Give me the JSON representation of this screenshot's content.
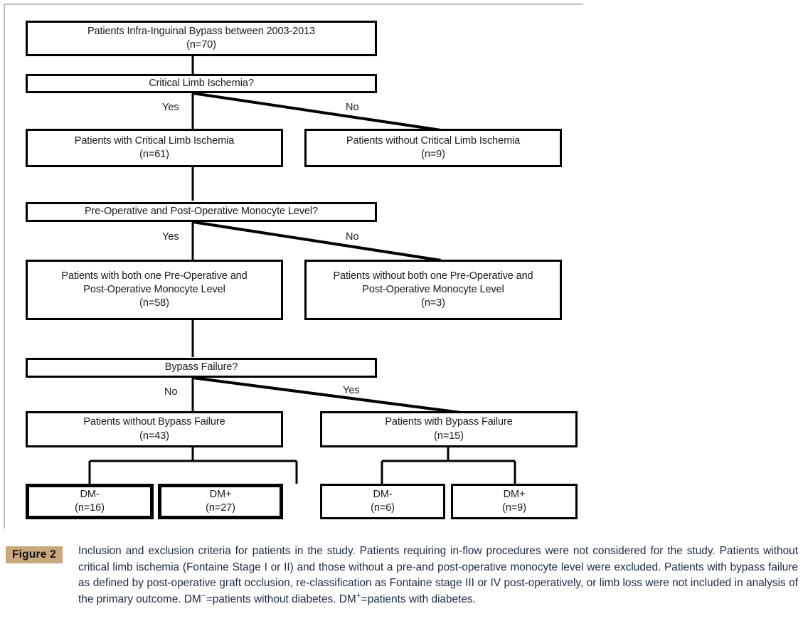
{
  "figure": {
    "badge_label": "Figure 2",
    "caption_part1": "Inclusion and exclusion criteria for patients in the study. Patients requiring in-flow procedures were not considered for the study. Patients without critical limb ischemia (Fontaine Stage I or II) and those without a pre-and post-operative monocyte level were excluded. Patients with bypass failure as defined by post-operative graft occlusion, re-classification as Fontaine stage III or IV post-operatively, or limb loss were not included in analysis  of the primary outcome. DM",
    "caption_sup1": "−",
    "caption_part2": "=patients without diabetes. DM",
    "caption_sup2": "+",
    "caption_part3": "=patients with diabetes."
  },
  "colors": {
    "badge_bg": "#c9a87c",
    "caption_text": "#1b2a45",
    "node_border": "#000000",
    "node_fill": "#ffffff",
    "rule_grey": "#bfbfbf",
    "connector": "#000000"
  },
  "chart_data": {
    "type": "diagram",
    "title": "Patient inclusion and exclusion flow diagram",
    "nodes": [
      {
        "id": "root",
        "line1": "Patients Infra-Inguinal Bypass between 2003-2013",
        "line2": "(n=70)",
        "n": 70,
        "weight": "thin"
      },
      {
        "id": "q-cli",
        "line1": "Critical Limb Ischemia?",
        "line2": "",
        "n": null,
        "weight": "thin"
      },
      {
        "id": "cli-yes",
        "line1": "Patients with Critical Limb Ischemia",
        "line2": "(n=61)",
        "n": 61,
        "weight": "thin"
      },
      {
        "id": "cli-no",
        "line1": "Patients without Critical Limb Ischemia",
        "line2": "(n=9)",
        "n": 9,
        "weight": "thin"
      },
      {
        "id": "q-mono",
        "line1": "Pre-Operative and Post-Operative Monocyte Level?",
        "line2": "",
        "n": null,
        "weight": "thin"
      },
      {
        "id": "mono-yes",
        "line1": "Patients with both one Pre-Operative and",
        "line2": "Post-Operative Monocyte Level",
        "line3": "(n=58)",
        "n": 58,
        "weight": "thin"
      },
      {
        "id": "mono-no",
        "line1": "Patients without both one Pre-Operative and",
        "line2": "Post-Operative Monocyte Level",
        "line3": "(n=3)",
        "n": 3,
        "weight": "thin"
      },
      {
        "id": "q-fail",
        "line1": "Bypass Failure?",
        "line2": "",
        "n": null,
        "weight": "thin"
      },
      {
        "id": "fail-no",
        "line1": "Patients without Bypass Failure",
        "line2": "(n=43)",
        "n": 43,
        "weight": "thin"
      },
      {
        "id": "fail-yes",
        "line1": "Patients with Bypass Failure",
        "line2": "(n=15)",
        "n": 15,
        "weight": "thin"
      },
      {
        "id": "nofail-dm-neg",
        "line1": "DM-",
        "line2": "(n=16)",
        "n": 16,
        "weight": "heavy"
      },
      {
        "id": "nofail-dm-pos",
        "line1": "DM+",
        "line2": "(n=27)",
        "n": 27,
        "weight": "heavy"
      },
      {
        "id": "fail-dm-neg",
        "line1": "DM-",
        "line2": "(n=6)",
        "n": 6,
        "weight": "thin"
      },
      {
        "id": "fail-dm-pos",
        "line1": "DM+",
        "line2": "(n=9)",
        "n": 9,
        "weight": "thin"
      }
    ],
    "branch_labels": [
      {
        "id": "cli-yes-label",
        "text": "Yes"
      },
      {
        "id": "cli-no-label",
        "text": "No"
      },
      {
        "id": "mono-yes-label",
        "text": "Yes"
      },
      {
        "id": "mono-no-label",
        "text": "No"
      },
      {
        "id": "fail-no-label",
        "text": "No"
      },
      {
        "id": "fail-yes-label",
        "text": "Yes"
      }
    ],
    "edges": [
      {
        "from": "root",
        "to": "q-cli",
        "label": ""
      },
      {
        "from": "q-cli",
        "to": "cli-yes",
        "label": "Yes"
      },
      {
        "from": "q-cli",
        "to": "cli-no",
        "label": "No"
      },
      {
        "from": "cli-yes",
        "to": "q-mono",
        "label": ""
      },
      {
        "from": "q-mono",
        "to": "mono-yes",
        "label": "Yes"
      },
      {
        "from": "q-mono",
        "to": "mono-no",
        "label": "No"
      },
      {
        "from": "mono-yes",
        "to": "q-fail",
        "label": ""
      },
      {
        "from": "q-fail",
        "to": "fail-no",
        "label": "No"
      },
      {
        "from": "q-fail",
        "to": "fail-yes",
        "label": "Yes"
      },
      {
        "from": "fail-no",
        "to": "nofail-dm-neg",
        "label": ""
      },
      {
        "from": "fail-no",
        "to": "nofail-dm-pos",
        "label": ""
      },
      {
        "from": "fail-yes",
        "to": "fail-dm-neg",
        "label": ""
      },
      {
        "from": "fail-yes",
        "to": "fail-dm-pos",
        "label": ""
      }
    ]
  }
}
